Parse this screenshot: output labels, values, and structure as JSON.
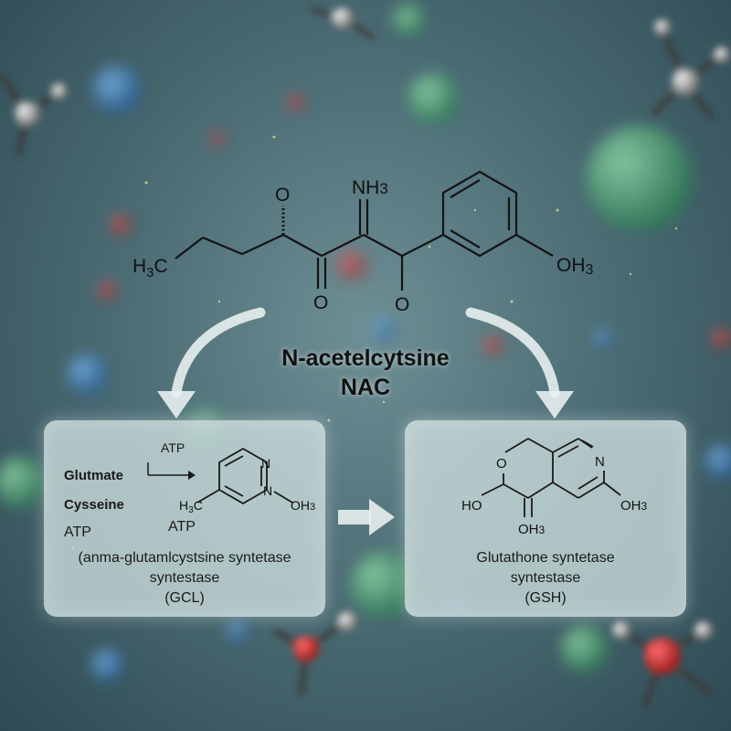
{
  "title": {
    "line1": "N-acetelcytsine",
    "line2": "NAC"
  },
  "top_molecule": {
    "label_h3c": "H",
    "label_h3c_sub": "3",
    "label_h3c_c": "C",
    "label_o1": "O",
    "label_nh3": "NH",
    "label_nh3_sub": "3",
    "label_o2": "O",
    "label_o3": "O",
    "label_oh3": "OH",
    "label_oh3_sub": "3"
  },
  "left_panel": {
    "atp_top": "ATP",
    "glutmate": "Glutmate",
    "cysseine": "Cysseine",
    "atp_left": "ATP",
    "atp_mid": "ATP",
    "mol_h3c": "H",
    "mol_h3c_sub": "3",
    "mol_h3c_c": "C",
    "mol_n1": "N",
    "mol_n2": "N",
    "mol_oh3": "OH",
    "mol_oh3_sub": "3",
    "enzyme_line1": "(anma-glutamlcystsine syntetase",
    "enzyme_line2": "syntestase",
    "enzyme_line3": "(GCL)"
  },
  "right_panel": {
    "mol_o": "O",
    "mol_n": "N",
    "mol_ho": "HO",
    "mol_oh3": "OH",
    "mol_oh3_sub": "3",
    "mol_oh3_b": "OH",
    "mol_oh3_b_sub": "3",
    "enzyme_line1": "Glutathone syntetase",
    "enzyme_line2": "syntestase",
    "enzyme_line3": "(GSH)"
  }
}
